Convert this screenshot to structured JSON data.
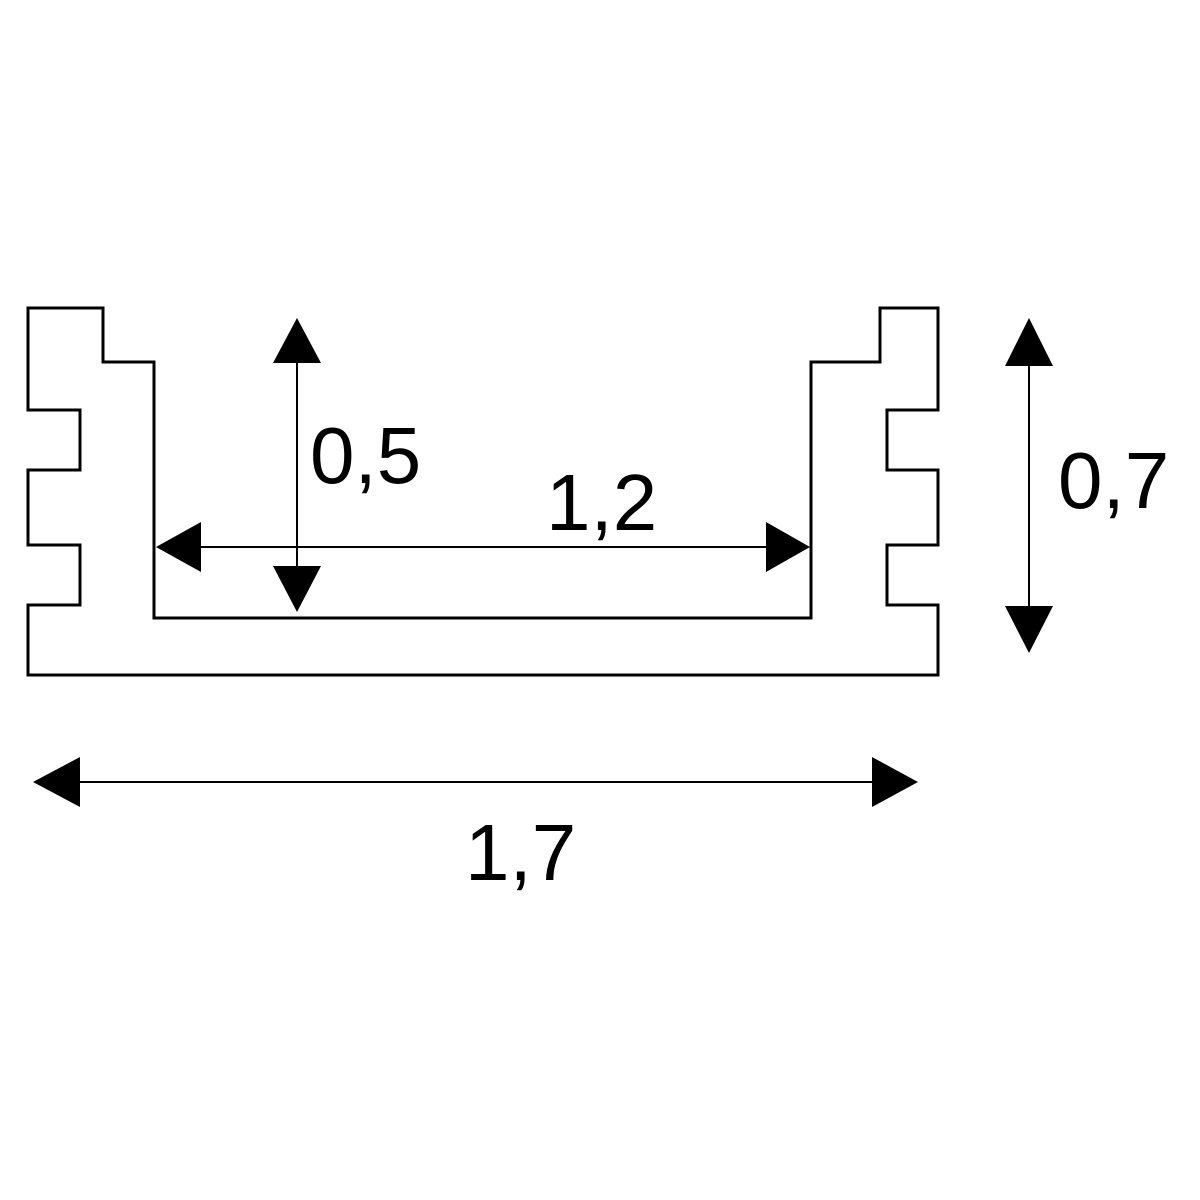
{
  "dimensions": {
    "inner_depth": "0,5",
    "inner_width": "1,2",
    "outer_height": "0,7",
    "outer_width": "1,7"
  },
  "colors": {
    "line": "#000000",
    "background": "#ffffff"
  }
}
